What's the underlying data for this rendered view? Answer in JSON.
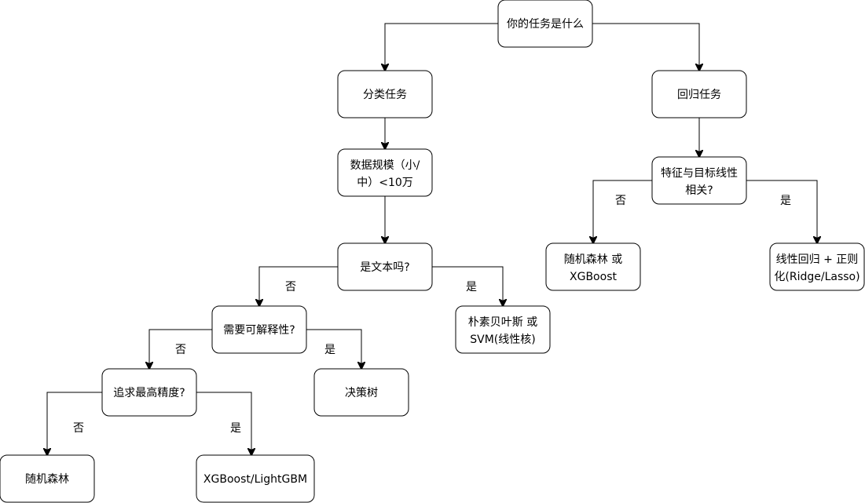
{
  "nodes": {
    "root": "你的任务是什么",
    "classification": "分类任务",
    "regression": "回归任务",
    "data_scale": [
      "数据规模（小/",
      "中）<10万"
    ],
    "is_text": "是文本吗?",
    "naive_bayes": [
      "朴素贝叶斯 或",
      "SVM(线性核)"
    ],
    "interpretability": "需要可解释性?",
    "decision_tree": "决策树",
    "max_accuracy": "追求最高精度?",
    "random_forest": "随机森林",
    "xgb_lightgbm": "XGBoost/LightGBM",
    "linear_related": [
      "特征与目标线性",
      "相关?"
    ],
    "rf_or_xgb": [
      "随机森林 或",
      "XGBoost"
    ],
    "linear_regression": [
      "线性回归 + 正则",
      "化(Ridge/Lasso)"
    ]
  },
  "edge_labels": {
    "is_text_no": "否",
    "is_text_yes": "是",
    "interp_no": "否",
    "interp_yes": "是",
    "accuracy_no": "否",
    "accuracy_yes": "是",
    "linear_no": "否",
    "linear_yes": "是"
  }
}
